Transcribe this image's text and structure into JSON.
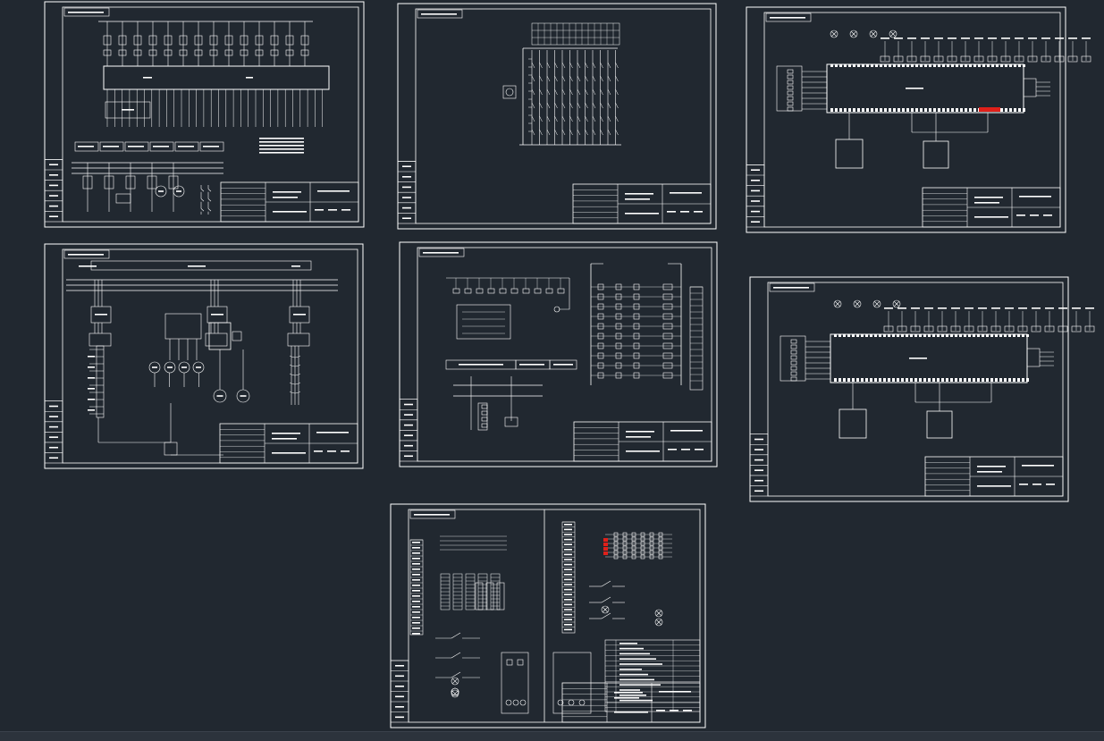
{
  "viewer": {
    "background": "#212830",
    "line_color": "#ffffff",
    "highlight_color": "#e0201a"
  },
  "sheets": [
    {
      "id": "sheet-1",
      "kind": "control-plc",
      "red_highlight": false
    },
    {
      "id": "sheet-2",
      "kind": "io-terminals",
      "red_highlight": false
    },
    {
      "id": "sheet-3",
      "kind": "plc-io",
      "red_highlight": true
    },
    {
      "id": "sheet-4",
      "kind": "power-distribution",
      "red_highlight": false
    },
    {
      "id": "sheet-5",
      "kind": "relay-control",
      "red_highlight": false
    },
    {
      "id": "sheet-6",
      "kind": "plc-io",
      "red_highlight": false
    },
    {
      "id": "sheet-7",
      "kind": "wiring-detail",
      "red_highlight": true
    }
  ]
}
